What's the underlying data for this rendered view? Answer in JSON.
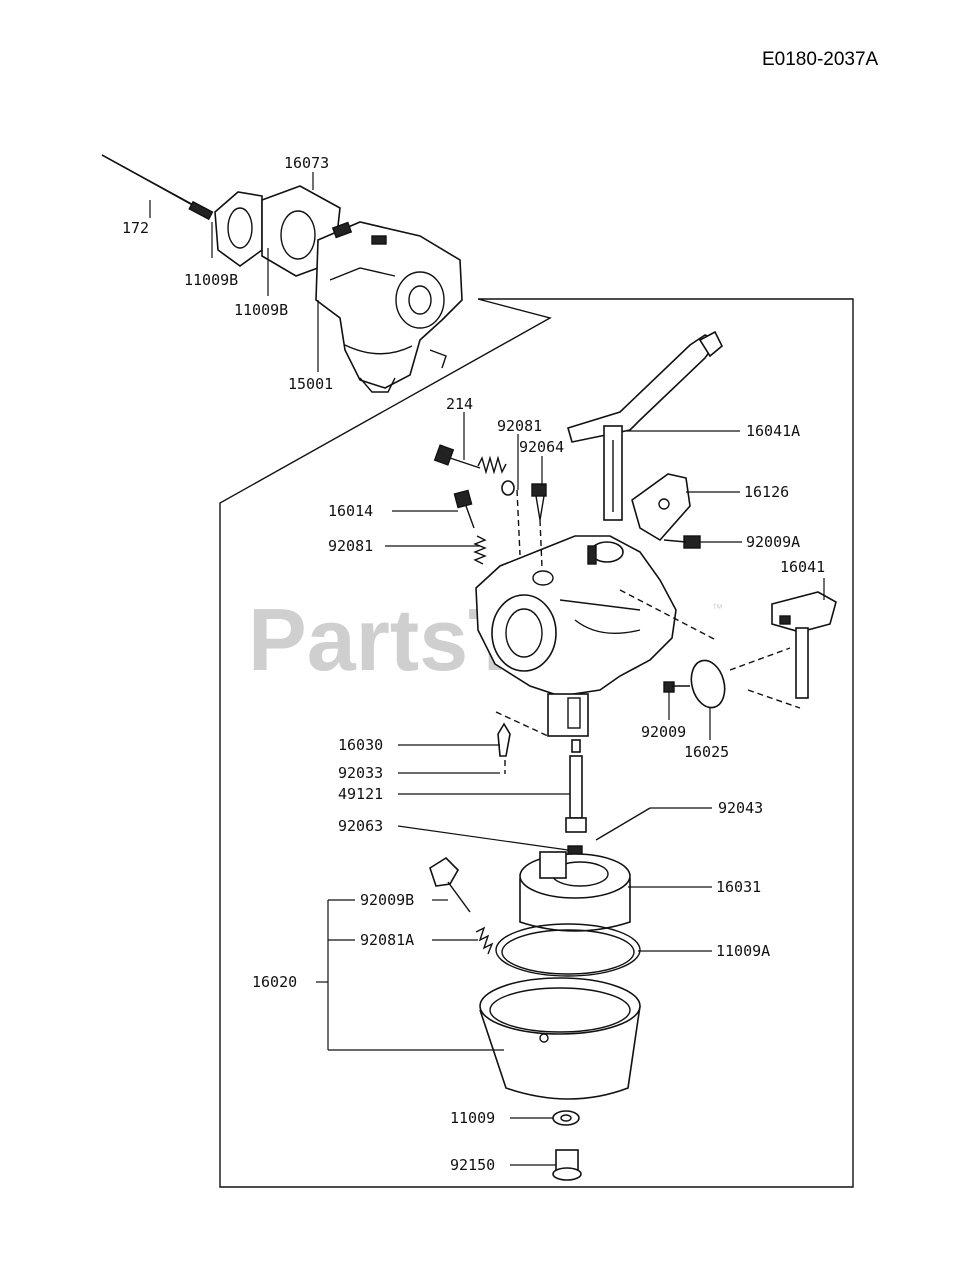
{
  "diagram_code": "E0180-2037A",
  "watermark": {
    "text": "PartsTree",
    "trademark": "™"
  },
  "part_labels": {
    "p172": "172",
    "p16073": "16073",
    "p11009B_a": "11009B",
    "p11009B_b": "11009B",
    "p15001": "15001",
    "p214": "214",
    "p92081_top": "92081",
    "p92064": "92064",
    "p16041A": "16041A",
    "p16126": "16126",
    "p16014": "16014",
    "p92009A": "92009A",
    "p92081": "92081",
    "p16041": "16041",
    "p92009": "92009",
    "p16025": "16025",
    "p16030": "16030",
    "p92033": "92033",
    "p49121": "49121",
    "p92043": "92043",
    "p92063": "92063",
    "p16031": "16031",
    "p92009B": "92009B",
    "p92081A": "92081A",
    "p11009A": "11009A",
    "p16020": "16020",
    "p11009": "11009",
    "p92150": "92150"
  }
}
